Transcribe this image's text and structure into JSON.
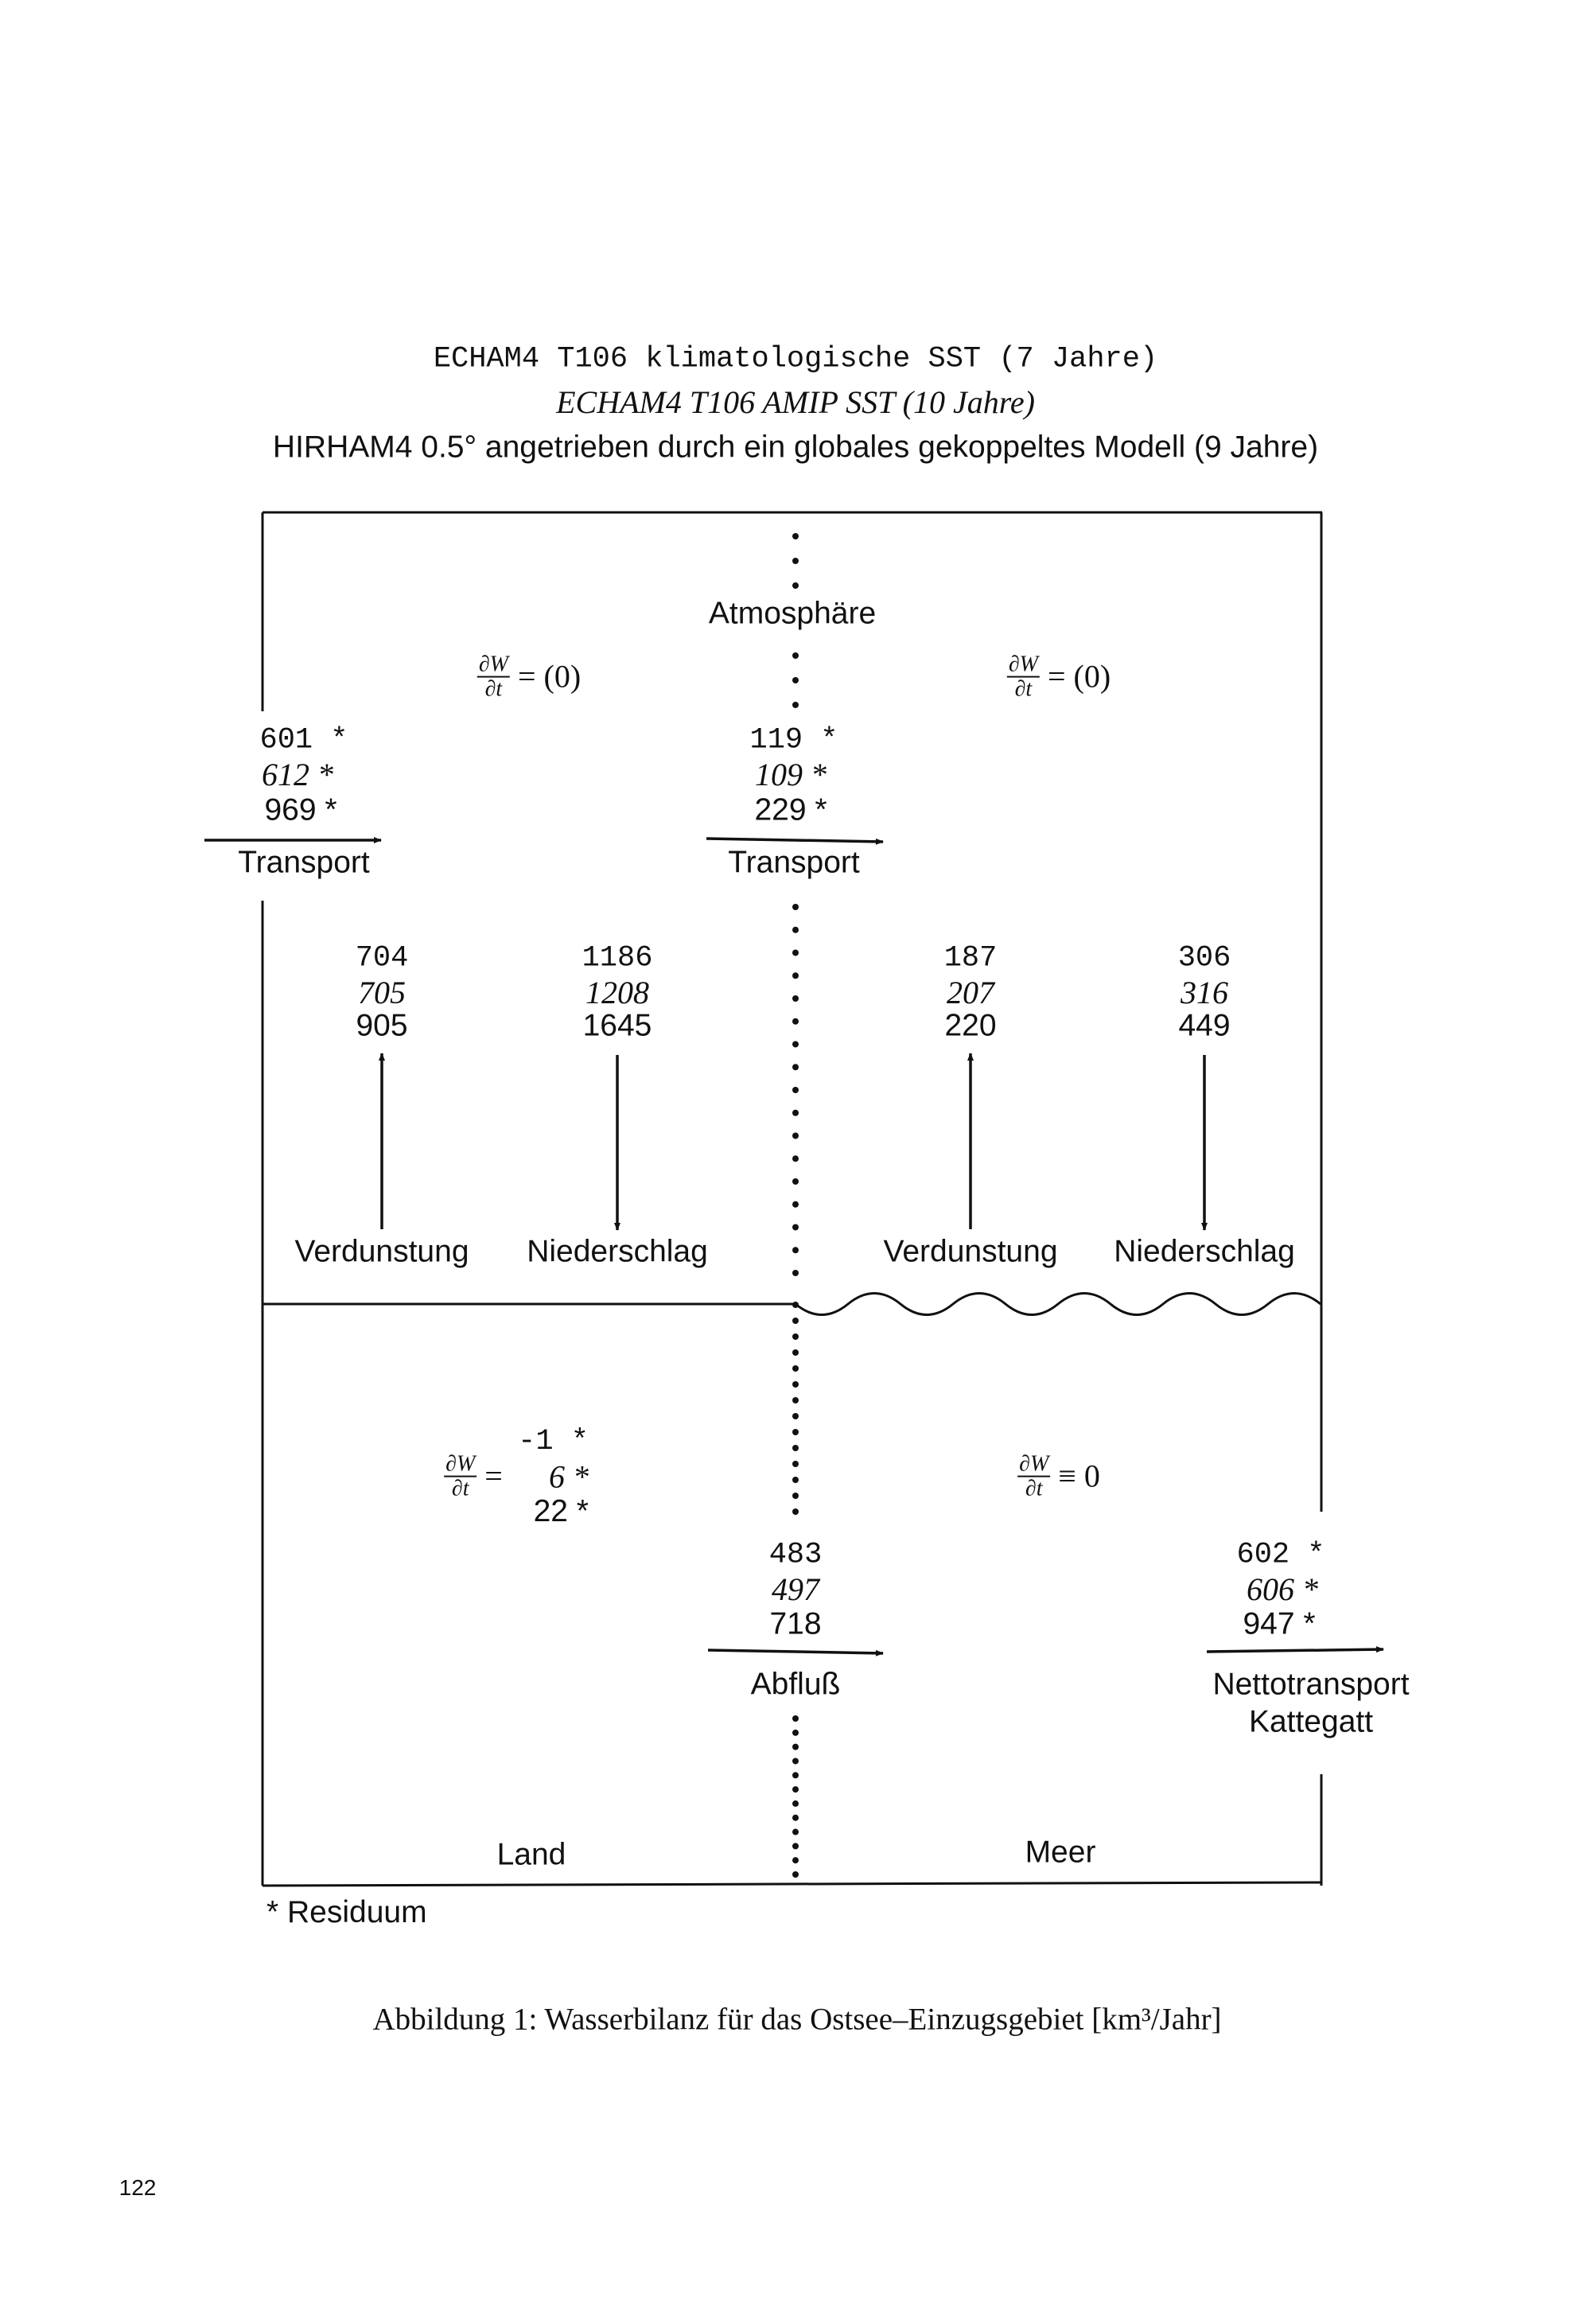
{
  "titles": {
    "line1": "ECHAM4 T106 klimatologische SST (7 Jahre)",
    "line2": "ECHAM4 T106 AMIP SST (10 Jahre)",
    "line3": "HIRHAM4 0.5° angetrieben durch ein globales gekoppeltes Modell (9 Jahre)"
  },
  "atmosphere": {
    "label": "Atmosphäre",
    "dwdt_num": "∂W",
    "dwdt_den": "∂t",
    "storage_left": "= (0)",
    "storage_right": "= (0)",
    "transport_in": {
      "v1": "601 *",
      "v2": "612 *",
      "v3": "969 *",
      "label": "Transport"
    },
    "transport_mid": {
      "v1": "119 *",
      "v2": "109 *",
      "v3": "229 *",
      "label": "Transport"
    }
  },
  "fluxes": [
    {
      "v1": "704",
      "v2": "705",
      "v3": "905",
      "label": "Verdunstung"
    },
    {
      "v1": "1186",
      "v2": "1208",
      "v3": "1645",
      "label": "Niederschlag"
    },
    {
      "v1": "187",
      "v2": "207",
      "v3": "220",
      "label": "Verdunstung"
    },
    {
      "v1": "306",
      "v2": "316",
      "v3": "449",
      "label": "Niederschlag"
    }
  ],
  "land": {
    "label": "Land",
    "storage_eq": "=",
    "storage": {
      "v1": "-1 *",
      "v2": "6 *",
      "v3": "22 *"
    },
    "runoff": {
      "v1": "483",
      "v2": "497",
      "v3": "718",
      "label": "Abfluß"
    }
  },
  "sea": {
    "label": "Meer",
    "storage": "≡ 0",
    "outflow": {
      "v1": "602 *",
      "v2": "606 *",
      "v3": "947 *",
      "label1": "Nettotransport",
      "label2": "Kattegatt"
    }
  },
  "footnote": "* Residuum",
  "caption": "Abbildung 1: Wasserbilanz für das Ostsee–Einzugsgebiet [km³/Jahr]",
  "page_number": "122"
}
